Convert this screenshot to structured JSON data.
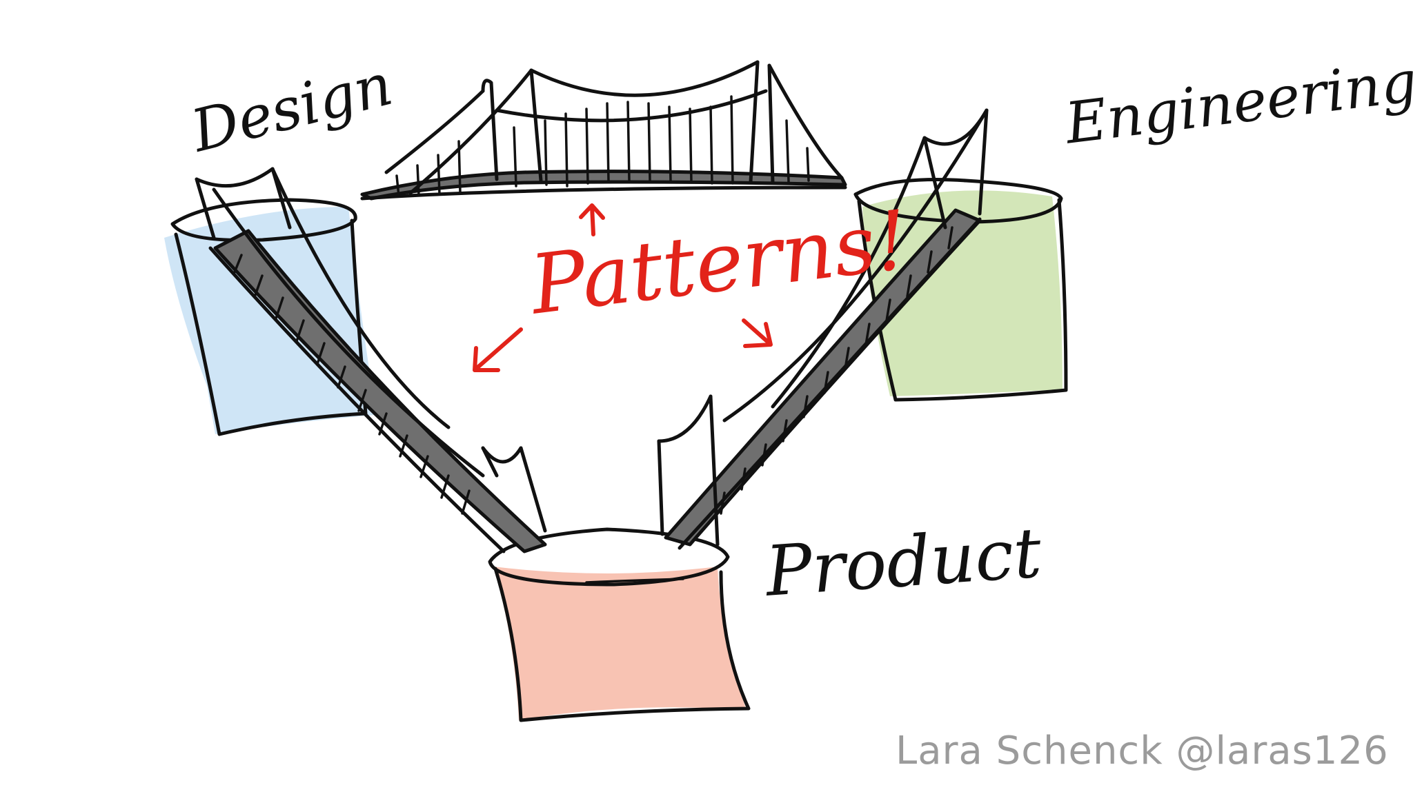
{
  "labels": {
    "design": "Design",
    "engineering": "Engineering",
    "product": "Product",
    "patterns": "Patterns!"
  },
  "signature": "Lara Schenck @laras126",
  "colors": {
    "design_bucket": "#cfe5f6",
    "engineering_bucket": "#d3e6b8",
    "product_bucket": "#f8c3b3",
    "patterns_text": "#e2231a",
    "signature_text": "#9b9b9b",
    "bridge_deck": "#6f6f6f"
  }
}
